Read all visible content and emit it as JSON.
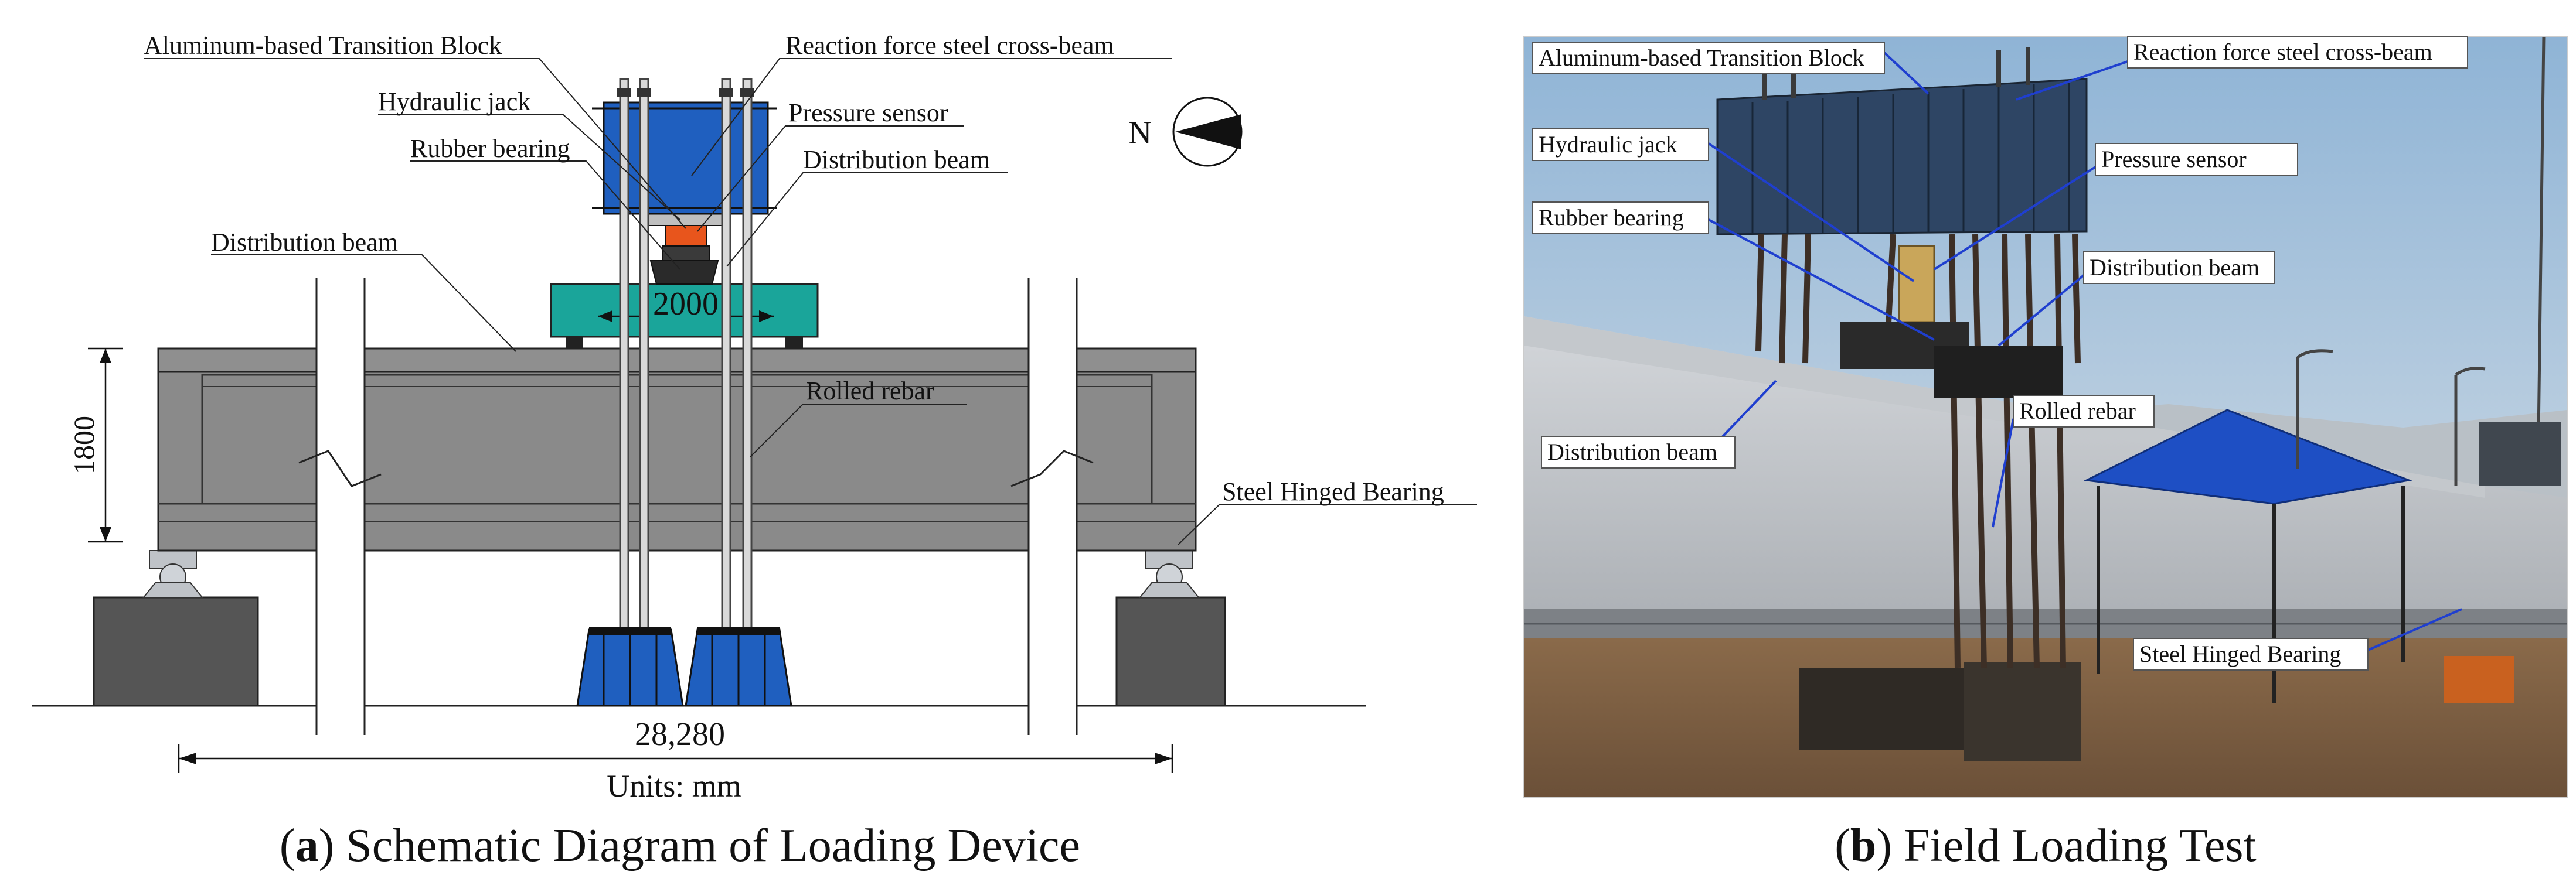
{
  "panel_a": {
    "labels": {
      "transition_block": "Aluminum-based Transition Block",
      "reaction_beam": "Reaction force steel cross-beam",
      "hydraulic_jack": "Hydraulic jack",
      "pressure_sensor": "Pressure sensor",
      "rubber_bearing": "Rubber bearing",
      "distribution_beam_upper": "Distribution beam",
      "distribution_beam_main": "Distribution beam",
      "rolled_rebar": "Rolled rebar",
      "steel_hinged_bearing": "Steel Hinged Bearing",
      "north": "N"
    },
    "dims": {
      "width_small": "2000",
      "height": "1800",
      "span": "28,280",
      "units": "Units: mm"
    },
    "caption_letter": "a",
    "caption_text": ") Schematic Diagram of Loading Device"
  },
  "panel_b": {
    "labels": {
      "transition_block": "Aluminum-based Transition Block",
      "reaction_beam": "Reaction force steel cross-beam",
      "hydraulic_jack": "Hydraulic jack",
      "pressure_sensor": "Pressure sensor",
      "rubber_bearing": "Rubber bearing",
      "distribution_beam_upper": "Distribution beam",
      "distribution_beam_main": "Distribution beam",
      "rolled_rebar": "Rolled rebar",
      "steel_hinged_bearing": "Steel Hinged Bearing"
    },
    "caption_letter": "b",
    "caption_text": ") Field Loading Test"
  },
  "colors": {
    "girder": "#8a8a8a",
    "girder_dark": "#6e6e6e",
    "reaction_blue": "#1f5fbf",
    "teal": "#1aa59a",
    "jack_orange": "#e8551c",
    "pier": "#555555",
    "sky_top": "#8fb4d6",
    "sky_bottom": "#d7dde2",
    "tent": "#1e4fc4"
  }
}
